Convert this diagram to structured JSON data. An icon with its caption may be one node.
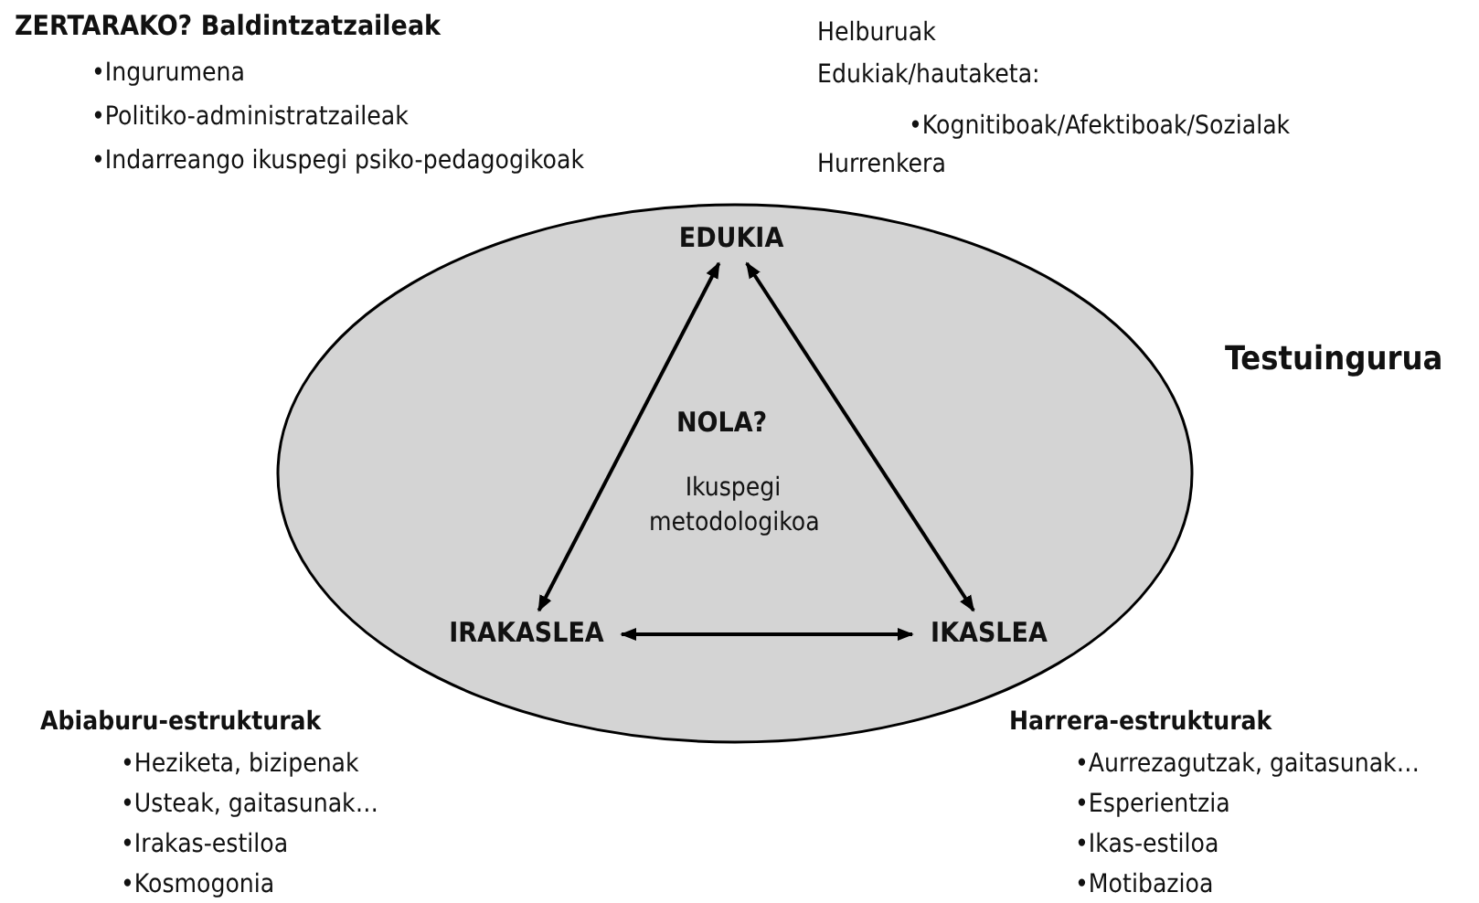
{
  "diagram": {
    "nodes": [
      {
        "text": [
          "Testuingurua"
        ]
      },
      {
        "text": [
          "EDUKIA"
        ],
        "in": 0
      },
      {
        "text": [
          "IRAKASLEA"
        ],
        "in": 0
      },
      {
        "text": [
          "IKASLEA"
        ],
        "in": 0
      }
    ],
    "edges": [
      {
        "from": 1,
        "to": 2,
        "arrow": "both"
      },
      {
        "from": 1,
        "to": 3,
        "arrow": "both"
      },
      {
        "from": 2,
        "to": 3,
        "arrow": "both"
      }
    ],
    "labels": [
      "ZERTARAKO? Baldintzatzaileak",
      "•Ingurumena",
      "•Politiko-administratzaileak",
      "•Indarreango ikuspegi psiko-pedagogikoak",
      "Helburuak",
      "Edukiak/hautaketa:",
      "•Kognitiboak/Afektiboak/Sozialak",
      "Hurrenkera",
      "NOLA?",
      "Ikuspegi metodologikoa",
      "Abiaburu-estrukturak",
      "•Heziketa, bizipenak",
      "•Usteak, gaitasunak…",
      "•Irakas-estiloa",
      "•Kosmogonia",
      "Harrera-estrukturak",
      "•Aurrezagutzak, gaitasunak…",
      "•Esperientzia",
      "•Ikas-estiloa",
      "•Motibazioa"
    ]
  }
}
